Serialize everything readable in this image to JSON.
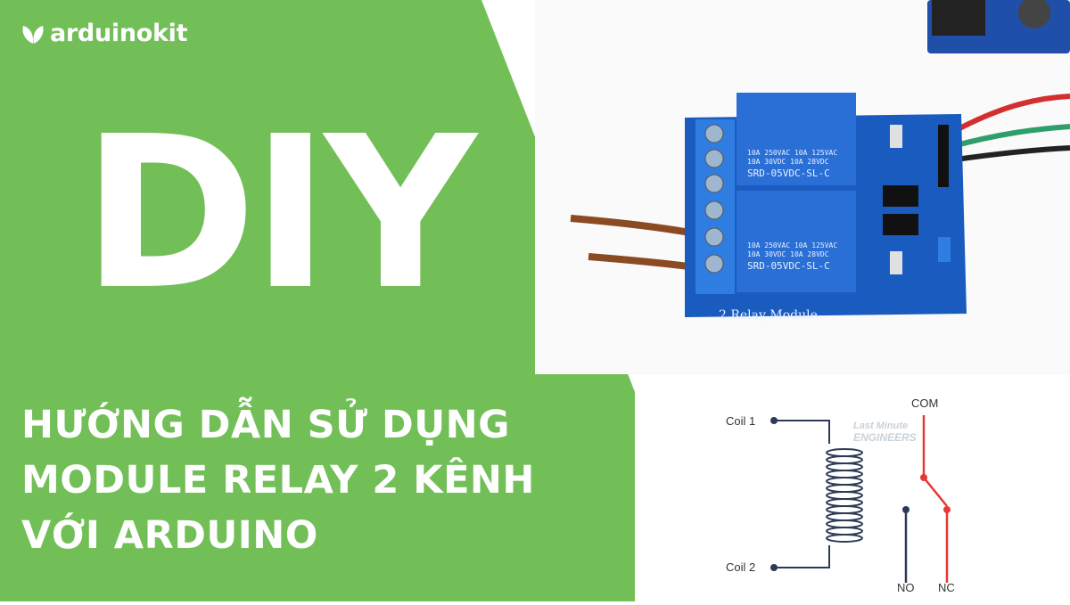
{
  "brand": {
    "name": "arduinokit"
  },
  "hero": {
    "big_text": "DIY"
  },
  "subtitle": {
    "lines": [
      "HƯỚNG DẪN SỬ DỤNG",
      "MODULE RELAY 2 KÊNH",
      "VỚI ARDUINO"
    ]
  },
  "photo": {
    "relay_marking_1": "10A 250VAC 10A 125VAC",
    "relay_marking_2": "10A  30VDC 10A  28VDC",
    "relay_model": "SRD-05VDC-SL-C",
    "board_label": "2 Relay Module"
  },
  "schematic": {
    "coil1": "Coil 1",
    "coil2": "Coil 2",
    "com": "COM",
    "no": "NO",
    "nc": "NC",
    "watermark_1": "Last Minute",
    "watermark_2": "ENGINEERS"
  },
  "colors": {
    "green": "#72bf58",
    "board_blue": "#1a5bbf",
    "relay_blue": "#2a6fd6",
    "red_line": "#e53935",
    "coil_navy": "#2b3a55"
  }
}
